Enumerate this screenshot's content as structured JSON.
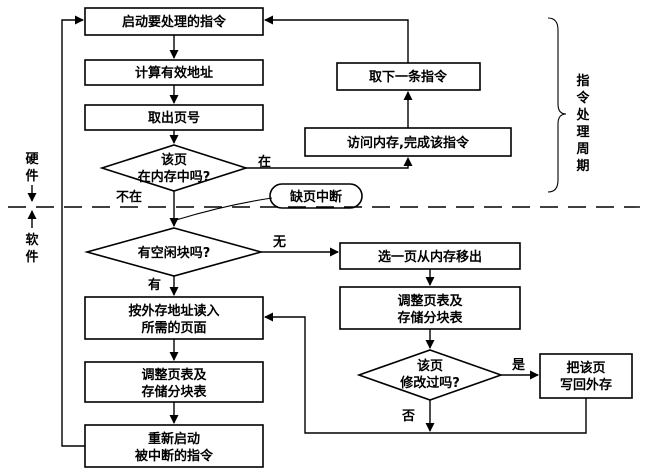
{
  "nodes": {
    "start": "启动要处理的指令",
    "calc_addr": "计算有效地址",
    "page_no": "取出页号",
    "in_memory_q": [
      "该页",
      "在内存中吗?"
    ],
    "next_instr": "取下一条指令",
    "access_mem": "访问内存,完成该指令",
    "page_fault": "缺页中断",
    "free_block_q": "有空闲块吗?",
    "read_page": [
      "按外存地址读入",
      "所需的页面"
    ],
    "update_table_left": [
      "调整页表及",
      "存储分块表"
    ],
    "restart": [
      "重新启动",
      "被中断的指令"
    ],
    "evict_page": "选一页从内存移出",
    "update_table_right": [
      "调整页表及",
      "存储分块表"
    ],
    "modified_q": [
      "该页",
      "修改过吗?"
    ],
    "write_back": [
      "把该页",
      "写回外存"
    ]
  },
  "edge_labels": {
    "in_memory_yes": "在",
    "in_memory_no": "不在",
    "free_none": "无",
    "free_yes": "有",
    "modified_yes": "是",
    "modified_no": "否"
  },
  "side_labels": {
    "hardware": [
      "硬",
      "件"
    ],
    "software": [
      "软",
      "件"
    ],
    "cycle": [
      "指",
      "令",
      "处",
      "理",
      "周",
      "期"
    ]
  }
}
